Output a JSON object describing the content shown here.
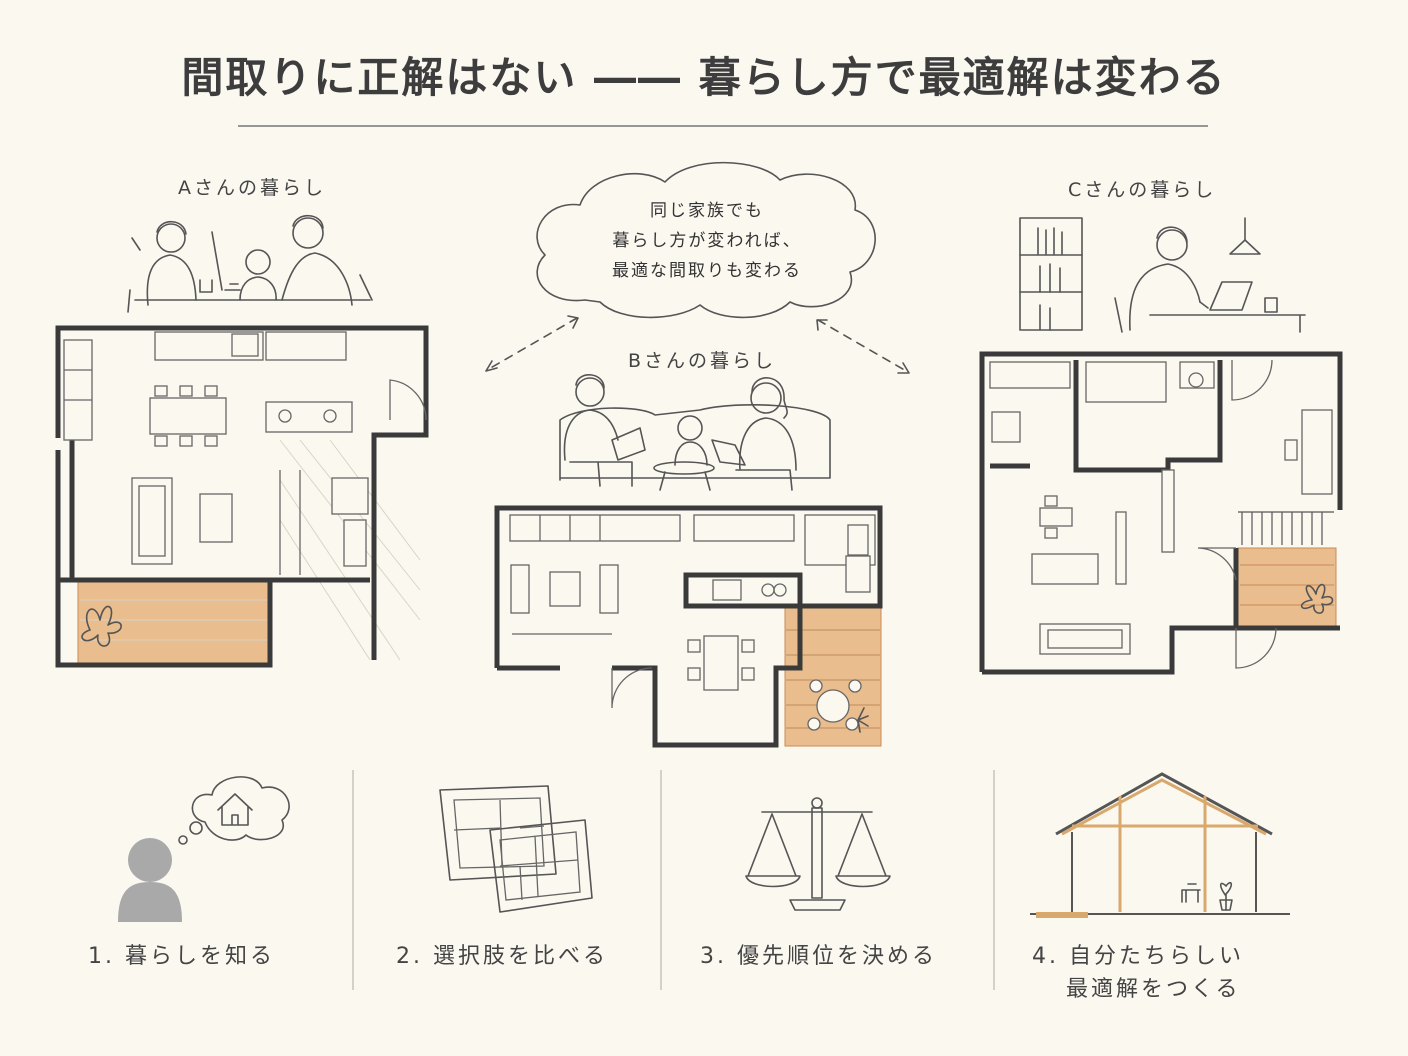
{
  "title": "間取りに正解はない ―― 暮らし方で最適解は変わる",
  "households": {
    "a": "Aさんの暮らし",
    "b": "Bさんの暮らし",
    "c": "Cさんの暮らし"
  },
  "cloud": {
    "line1": "同じ家族でも",
    "line2": "暮らし方が変われば、",
    "line3": "最適な間取りも変わる"
  },
  "steps": [
    {
      "line1": "1. 暮らしを知る",
      "icon": "thinking-person-house-icon"
    },
    {
      "line1": "2. 選択肢を比べる",
      "icon": "floor-plans-icon"
    },
    {
      "line1": "3. 優先順位を決める",
      "icon": "balance-scale-icon"
    },
    {
      "line1": "4. 自分たちらしい",
      "line2": "最適解をつくる",
      "icon": "house-section-icon"
    }
  ],
  "colors": {
    "deck": "#e9bd8d",
    "wall": "#3a3a3a",
    "background": "#fbf8f0"
  }
}
